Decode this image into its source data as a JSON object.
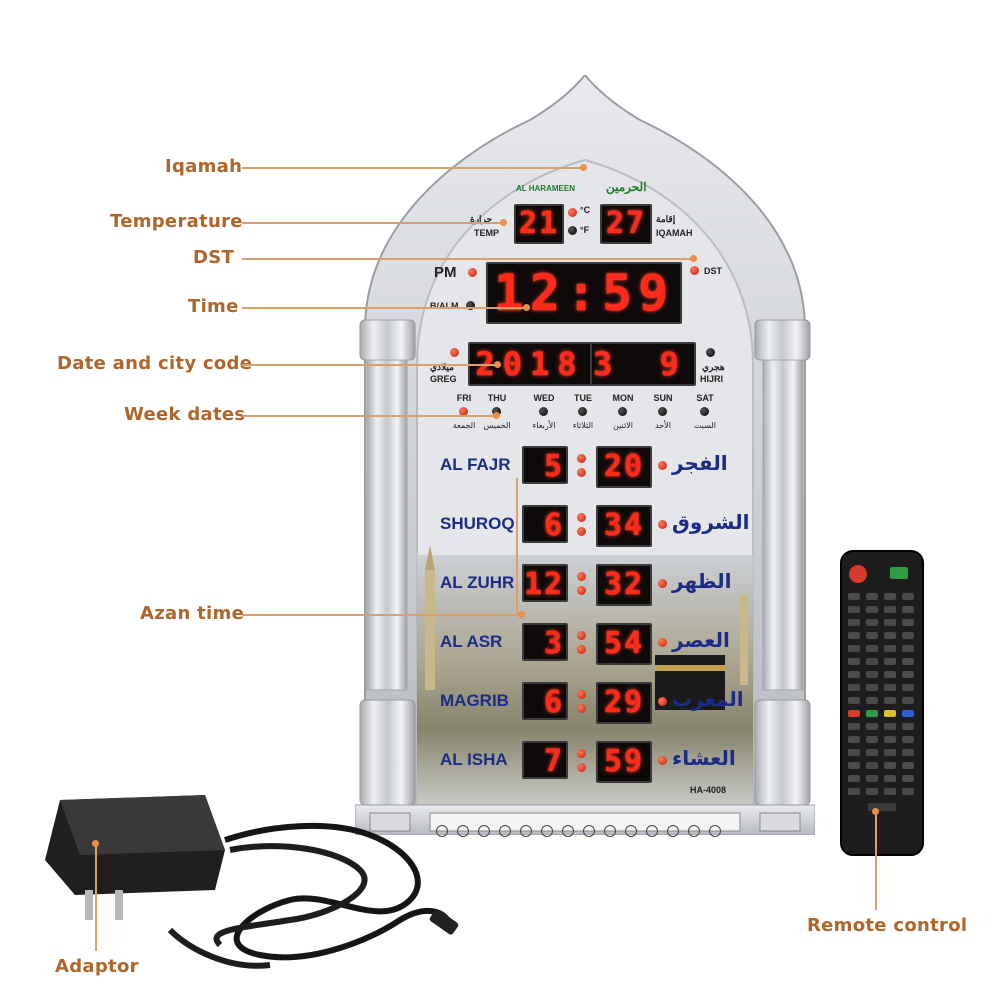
{
  "callouts": {
    "iqamah": "Iqamah",
    "temperature": "Temperature",
    "dst": "DST",
    "time": "Time",
    "date_city": "Date and city code",
    "week": "Week dates",
    "azan": "Azan time",
    "adaptor": "Adaptor",
    "remote": "Remote control"
  },
  "clock": {
    "brand_en": "AL HARAMEEN",
    "brand_ar": "الحرمين",
    "temp_value": "21",
    "temp_label_ar": "حرارة",
    "temp_label_en": "TEMP",
    "celsius": "°C",
    "fahrenheit": "°F",
    "iqamah_value": "27",
    "iqamah_label_ar": "إقامة",
    "iqamah_label_en": "IQAMAH",
    "pm": "PM",
    "dst": "DST",
    "time": "12:59",
    "alm": "B/ALM",
    "date": "2018",
    "city": "3 9",
    "greg_ar": "ميلادي",
    "greg_en": "GREG",
    "hijri_ar": "هجري",
    "hijri_en": "HIJRI",
    "model": "HA-4008"
  },
  "days": [
    {
      "en": "FRI",
      "ar": "الجمعة"
    },
    {
      "en": "THU",
      "ar": "الخميس"
    },
    {
      "en": "WED",
      "ar": "الأربعاء"
    },
    {
      "en": "TUE",
      "ar": "الثلاثاء"
    },
    {
      "en": "MON",
      "ar": "الاثنين"
    },
    {
      "en": "SUN",
      "ar": "الأحد"
    },
    {
      "en": "SAT",
      "ar": "السبت"
    }
  ],
  "prayers": [
    {
      "en": "AL FAJR",
      "ar": "الفجر",
      "hour": "5",
      "min": "20"
    },
    {
      "en": "SHUROQ",
      "ar": "الشروق",
      "hour": "6",
      "min": "34"
    },
    {
      "en": "AL ZUHR",
      "ar": "الظهر",
      "hour": "12",
      "min": "32"
    },
    {
      "en": "AL ASR",
      "ar": "العصر",
      "hour": "3",
      "min": "54"
    },
    {
      "en": "MAGRIB",
      "ar": "المغرب",
      "hour": "6",
      "min": "29"
    },
    {
      "en": "AL ISHA",
      "ar": "العشاء",
      "hour": "7",
      "min": "59"
    }
  ],
  "colors": {
    "callout": "#b0652a",
    "led": "#ff2a1a",
    "prayer_text": "#1c2c86",
    "frame": "#c8cacf"
  }
}
